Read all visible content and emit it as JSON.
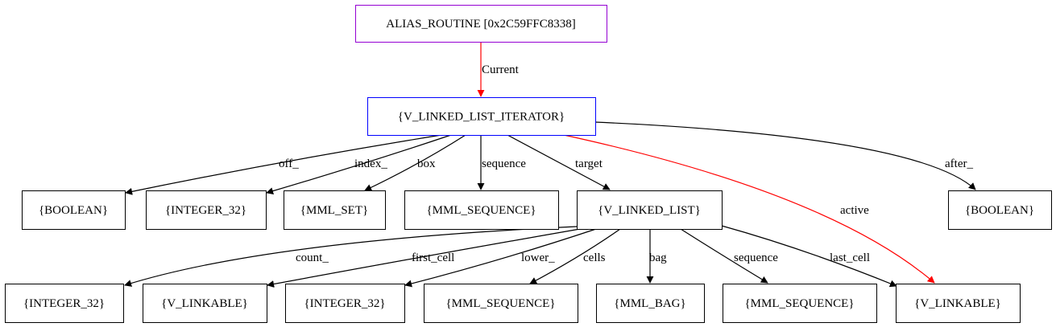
{
  "diagram": {
    "colors": {
      "default": "#000000",
      "root_border": "#9400d3",
      "current_border": "#0000ff",
      "highlight_edge": "#ff0000"
    },
    "nodes": [
      {
        "id": "alias",
        "label": "ALIAS_ROUTINE [0x2C59FFC8338]",
        "border": "root_border"
      },
      {
        "id": "iter",
        "label": "{V_LINKED_LIST_ITERATOR}",
        "border": "current_border"
      },
      {
        "id": "bool1",
        "label": "{BOOLEAN}",
        "border": "default"
      },
      {
        "id": "int1",
        "label": "{INTEGER_32}",
        "border": "default"
      },
      {
        "id": "mmlset",
        "label": "{MML_SET}",
        "border": "default"
      },
      {
        "id": "mmlseq1",
        "label": "{MML_SEQUENCE}",
        "border": "default"
      },
      {
        "id": "vll",
        "label": "{V_LINKED_LIST}",
        "border": "default"
      },
      {
        "id": "bool2",
        "label": "{BOOLEAN}",
        "border": "default"
      },
      {
        "id": "int2",
        "label": "{INTEGER_32}",
        "border": "default"
      },
      {
        "id": "vlink1",
        "label": "{V_LINKABLE}",
        "border": "default"
      },
      {
        "id": "int3",
        "label": "{INTEGER_32}",
        "border": "default"
      },
      {
        "id": "mmlseq2",
        "label": "{MML_SEQUENCE}",
        "border": "default"
      },
      {
        "id": "mmlbag",
        "label": "{MML_BAG}",
        "border": "default"
      },
      {
        "id": "mmlseq3",
        "label": "{MML_SEQUENCE}",
        "border": "default"
      },
      {
        "id": "vlink2",
        "label": "{V_LINKABLE}",
        "border": "default"
      }
    ],
    "edges": [
      {
        "id": "e-current",
        "from": "alias",
        "to": "iter",
        "label": "Current",
        "color": "highlight_edge"
      },
      {
        "id": "e-off",
        "from": "iter",
        "to": "bool1",
        "label": "off_",
        "color": "default"
      },
      {
        "id": "e-index",
        "from": "iter",
        "to": "int1",
        "label": "index_",
        "color": "default"
      },
      {
        "id": "e-box",
        "from": "iter",
        "to": "mmlset",
        "label": "box",
        "color": "default"
      },
      {
        "id": "e-sequence1",
        "from": "iter",
        "to": "mmlseq1",
        "label": "sequence",
        "color": "default"
      },
      {
        "id": "e-target",
        "from": "iter",
        "to": "vll",
        "label": "target",
        "color": "default"
      },
      {
        "id": "e-active",
        "from": "iter",
        "to": "vlink2",
        "label": "active",
        "color": "highlight_edge"
      },
      {
        "id": "e-after",
        "from": "iter",
        "to": "bool2",
        "label": "after_",
        "color": "default"
      },
      {
        "id": "e-count",
        "from": "vll",
        "to": "int2",
        "label": "count_",
        "color": "default"
      },
      {
        "id": "e-firstcell",
        "from": "vll",
        "to": "vlink1",
        "label": "first_cell",
        "color": "default"
      },
      {
        "id": "e-lower",
        "from": "vll",
        "to": "int3",
        "label": "lower_",
        "color": "default"
      },
      {
        "id": "e-cells",
        "from": "vll",
        "to": "mmlseq2",
        "label": "cells",
        "color": "default"
      },
      {
        "id": "e-bag",
        "from": "vll",
        "to": "mmlbag",
        "label": "bag",
        "color": "default"
      },
      {
        "id": "e-sequence2",
        "from": "vll",
        "to": "mmlseq3",
        "label": "sequence",
        "color": "default"
      },
      {
        "id": "e-lastcell",
        "from": "vll",
        "to": "vlink2",
        "label": "last_cell",
        "color": "default"
      }
    ]
  }
}
